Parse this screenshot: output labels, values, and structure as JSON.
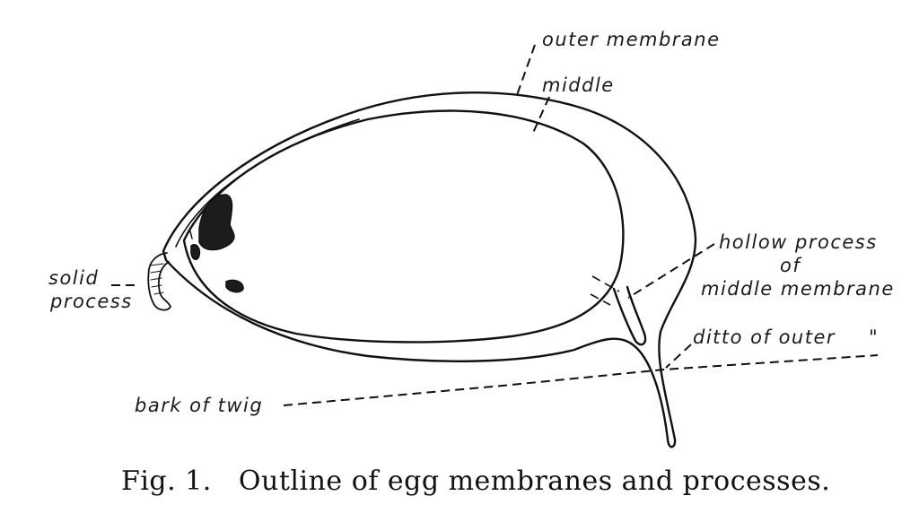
{
  "labels": {
    "outer_membrane": "outer membrane",
    "middle": "middle",
    "hollow_line1": "hollow process",
    "hollow_line2": "of",
    "hollow_line3": "middle membrane",
    "ditto_outer": "ditto of outer",
    "ditto_mark": "\"",
    "solid_line1": "solid",
    "solid_line2": "process",
    "bark": "bark of twig"
  },
  "caption": "Fig. 1.   Outline of egg membranes and processes."
}
